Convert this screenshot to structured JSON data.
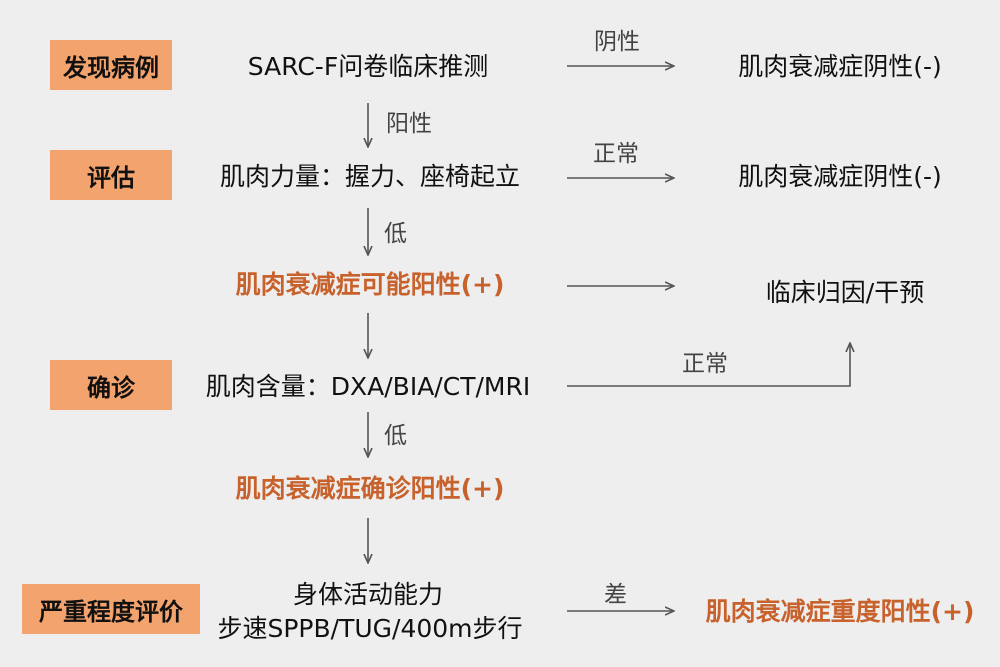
{
  "stages": {
    "discover": "发现病例",
    "assess": "评估",
    "confirm": "确诊",
    "severity": "严重程度评价"
  },
  "nodes": {
    "sarcf": "SARC-F问卷临床推测",
    "negative_1": "肌肉衰减症阴性(-)",
    "muscle_strength": "肌肉力量：握力、座椅起立",
    "negative_2": "肌肉衰减症阴性(-)",
    "possible_positive": "肌肉衰减症可能阳性(+)",
    "clinical_intervention": "临床归因/干预",
    "muscle_mass": "肌肉含量：DXA/BIA/CT/MRI",
    "confirmed_positive": "肌肉衰减症确诊阳性(+)",
    "physical_line1": "身体活动能力",
    "physical_line2": "步速SPPB/TUG/400m步行",
    "severe_positive": "肌肉衰减症重度阳性(+)"
  },
  "arrow_labels": {
    "sarcf_negative": "阴性",
    "sarcf_positive": "阳性",
    "strength_normal": "正常",
    "strength_low": "低",
    "mass_normal": "正常",
    "mass_low": "低",
    "physical_poor": "差"
  },
  "colors": {
    "stage_fill": "#f2a36e",
    "highlight_text": "#c8622d",
    "arrow": "#555555",
    "background": "#eeeeee"
  }
}
